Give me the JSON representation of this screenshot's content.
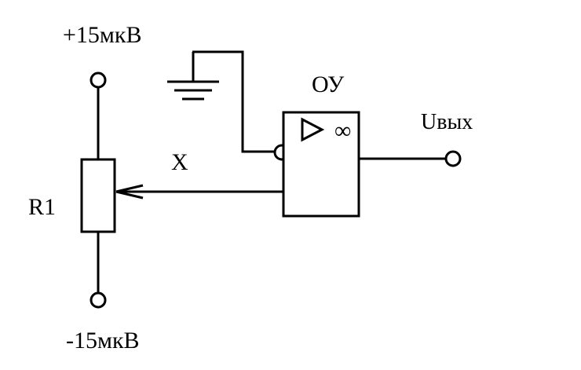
{
  "supply": {
    "positive_label": "+15мкВ",
    "negative_label": "-15мкВ"
  },
  "resistor": {
    "label": "R1"
  },
  "wiper": {
    "label": "X"
  },
  "opamp": {
    "label": "ОУ",
    "gain_symbol": "∞"
  },
  "output": {
    "label": "Uвых"
  },
  "colors": {
    "line": "#000000",
    "background": "#ffffff"
  }
}
